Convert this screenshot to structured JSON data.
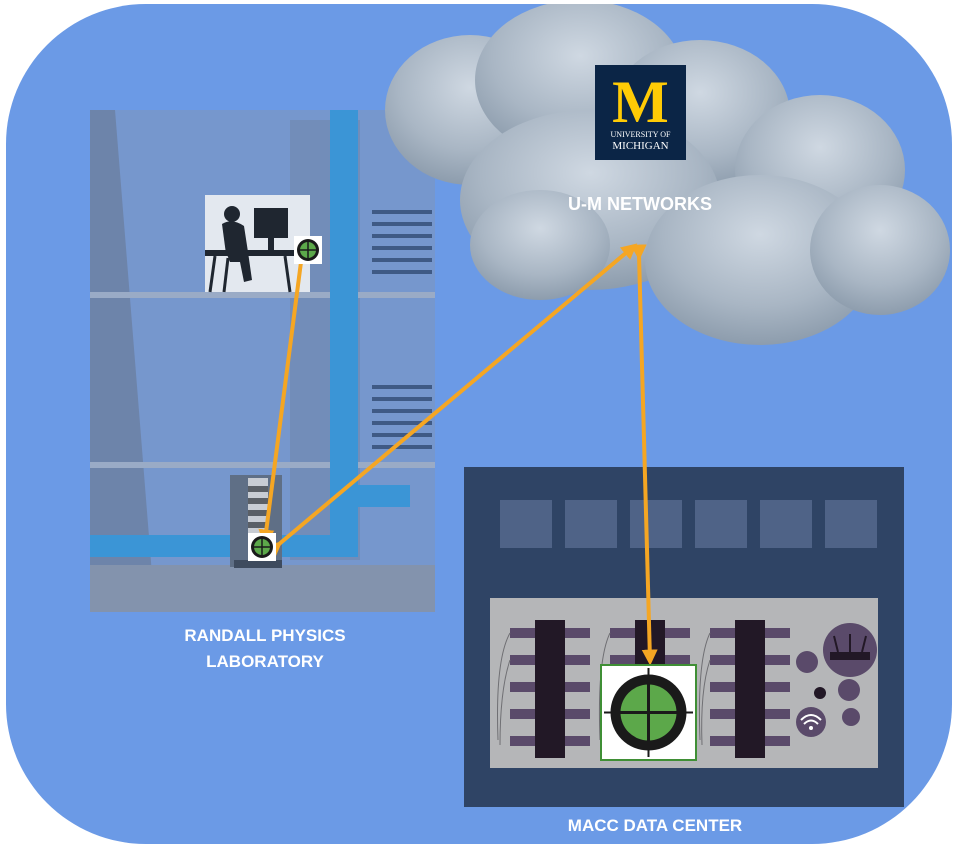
{
  "nodes": {
    "lab": {
      "label_line1": "RANDALL PHYSICS",
      "label_line2": "LABORATORY"
    },
    "network": {
      "label": "U-M NETWORKS"
    },
    "datacenter": {
      "label": "MACC DATA CENTER"
    }
  },
  "logo": {
    "letter": "M",
    "line1": "UNIVERSITY OF",
    "line2": "MICHIGAN"
  },
  "colors": {
    "background": "#6b9ae6",
    "arrow": "#f5a623",
    "building": "#7f95b8",
    "pipe": "#3b95d6",
    "logo_bg": "#0b2546",
    "logo_gold": "#ffcb05",
    "datacenter_frame": "#2f4465",
    "target_green": "#5ca84a"
  }
}
